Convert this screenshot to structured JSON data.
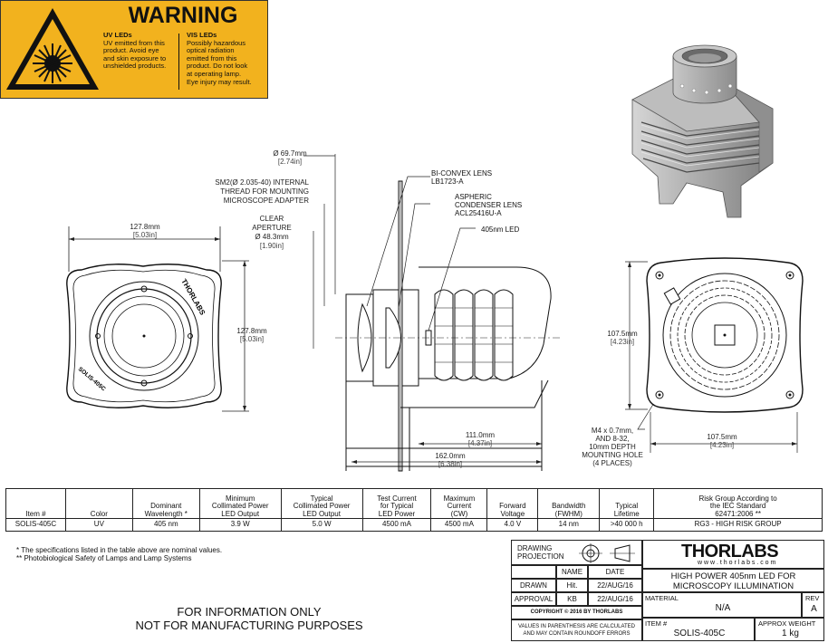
{
  "warning": {
    "heading": "WARNING",
    "uv_title": "UV LEDs",
    "uv_lines": [
      "UV emitted from this",
      "product. Avoid eye",
      "and skin exposure to",
      "unshielded products."
    ],
    "vis_title": "VIS LEDs",
    "vis_lines": [
      "Possibly hazardous",
      "optical radiation",
      "emitted from this",
      "product. Do not look",
      "at operating lamp.",
      "Eye injury may result."
    ]
  },
  "front_view": {
    "width_mm": "127.8mm",
    "width_in": "[5.03in]",
    "height_mm": "127.8mm",
    "height_in": "[5.03in]",
    "label_top": "THORLABS",
    "label_side": "SOLIS-405C"
  },
  "side_view": {
    "d_outer_mm": "Ø 69.7mm",
    "d_outer_in": "[2.74in]",
    "thread_lines": [
      "SM2(Ø 2.035-40) INTERNAL",
      "THREAD FOR MOUNTING",
      "MICROSCOPE ADAPTER"
    ],
    "aperture_lines": [
      "CLEAR",
      "APERTURE",
      "Ø 48.3mm"
    ],
    "aperture_in": "[1.90in]",
    "lens1": [
      "BI-CONVEX LENS",
      "LB1723-A"
    ],
    "lens2": [
      "ASPHERIC",
      "CONDENSER LENS",
      "ACL25416U-A"
    ],
    "led": "405nm LED",
    "len1_mm": "111.0mm",
    "len1_in": "[4.37in]",
    "len2_mm": "162.0mm",
    "len2_in": "[6.38in]"
  },
  "rear_view": {
    "height_mm": "107.5mm",
    "height_in": "[4.23in]",
    "width_mm": "107.5mm",
    "width_in": "[4.23in]",
    "hole_lines": [
      "M4 x 0.7mm,",
      "AND 8-32,",
      "10mm DEPTH",
      "MOUNTING HOLE",
      "(4 PLACES)"
    ]
  },
  "spec_table": {
    "headers": [
      [
        "Item #"
      ],
      [
        "Color"
      ],
      [
        "Dominant",
        "Wavelength *"
      ],
      [
        "Minimum",
        "Collimated Power",
        "LED Output"
      ],
      [
        "Typical",
        "Collimated Power",
        "LED Output"
      ],
      [
        "Test Current",
        "for Typical",
        "LED Power"
      ],
      [
        "Maximum",
        "Current",
        "(CW)"
      ],
      [
        "Forward",
        "Voltage"
      ],
      [
        "Bandwidth",
        "(FWHM)"
      ],
      [
        "Typical",
        "Lifetime"
      ],
      [
        "Risk Group According to",
        "the IEC Standard",
        "62471:2006 **"
      ]
    ],
    "row": [
      "SOLIS-405C",
      "UV",
      "405 nm",
      "3.9 W",
      "5.0 W",
      "4500 mA",
      "4500 mA",
      "4.0 V",
      "14 nm",
      ">40 000 h",
      "RG3 - HIGH RISK GROUP"
    ]
  },
  "footnotes": [
    "* The specifications listed in the table above are nominal values.",
    "** Photobiological Safety of Lamps and Lamp Systems"
  ],
  "info_note": [
    "FOR INFORMATION ONLY",
    "NOT FOR MANUFACTURING PURPOSES"
  ],
  "title_block": {
    "projection_label": [
      "DRAWING",
      "PROJECTION"
    ],
    "name_hdr": "NAME",
    "date_hdr": "DATE",
    "drawn_label": "DRAWN",
    "drawn_name": "Hit.",
    "drawn_date": "22/AUG/16",
    "approval_label": "APPROVAL",
    "approval_name": "KB",
    "approval_date": "22/AUG/16",
    "copyright": "COPYRIGHT © 2016 BY THORLABS",
    "roundoff": [
      "VALUES IN PARENTHESIS ARE CALCULATED",
      "AND MAY CONTAIN ROUNDOFF ERRORS"
    ],
    "logo": "THORLABS",
    "url": "w w w . t h o r l a b s . c o m",
    "title_lines": [
      "HIGH POWER 405nm LED FOR",
      "MICROSCOPY ILLUMINATION"
    ],
    "material_label": "MATERIAL",
    "material_value": "N/A",
    "rev_label": "REV",
    "rev_value": "A",
    "item_label": "ITEM #",
    "item_value": "SOLIS-405C",
    "weight_label": "APPROX WEIGHT",
    "weight_value": "1 kg"
  }
}
